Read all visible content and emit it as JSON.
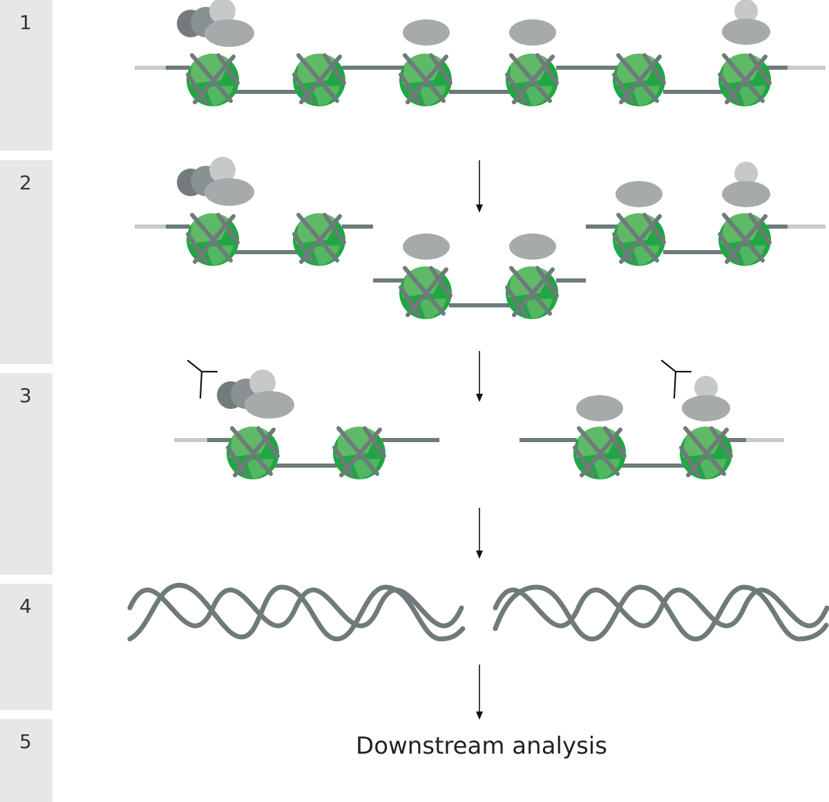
{
  "steps": [
    {
      "number": "1"
    },
    {
      "number": "2"
    },
    {
      "number": "3"
    },
    {
      "number": "4"
    },
    {
      "number": "5",
      "caption": "Downstream analysis"
    }
  ],
  "colors": {
    "panel": "#e6e7e6",
    "nucleosome_dark": "#22a645",
    "nucleosome_light": "#66bb6a",
    "dna": "#6f7a7a",
    "protein_light": "#a7aaab",
    "protein_dark": "#737b7c",
    "antibody": "#111111",
    "arrow": "#111111"
  }
}
